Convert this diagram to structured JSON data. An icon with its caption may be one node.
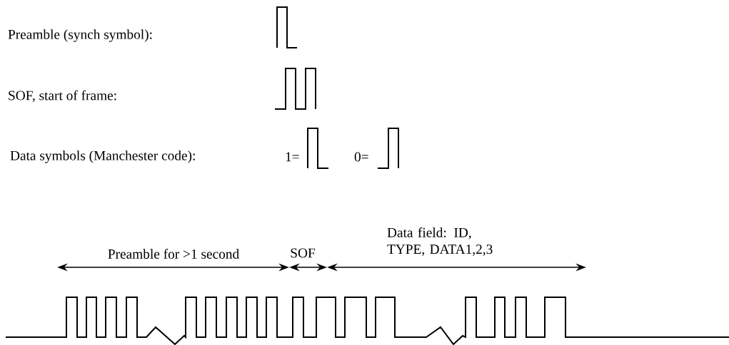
{
  "diagram": {
    "labels": [
      "Preamble (synch symbol):",
      "SOF, start of frame:",
      "Data symbols (Manchester code):",
      "1=",
      "0=",
      "Data field: ID, TYPE, DATA1,2,3",
      "Preamble for >1 second",
      "SOF"
    ]
  }
}
